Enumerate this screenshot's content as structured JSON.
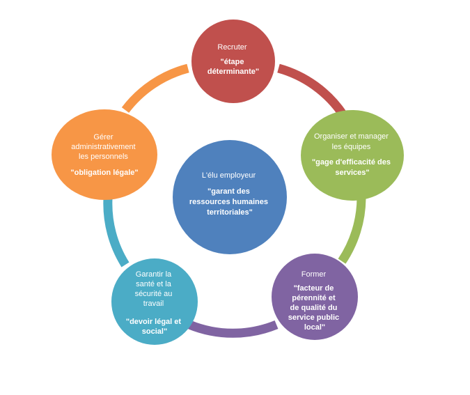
{
  "diagram": {
    "center": {
      "title": "L'élu employeur",
      "subtitle_lines": [
        "\"garant des",
        "ressources humaines",
        "territoriales\""
      ],
      "color": "#4f81bd"
    },
    "nodes": [
      {
        "id": "recruter",
        "title_lines": [
          "Recruter"
        ],
        "subtitle_lines": [
          "\"étape",
          "déterminante\""
        ],
        "color": "#c0504d"
      },
      {
        "id": "organiser",
        "title_lines": [
          "Organiser et manager",
          "les équipes"
        ],
        "subtitle_lines": [
          "\"gage d'efficacité des",
          "services\""
        ],
        "color": "#9bbb59"
      },
      {
        "id": "former",
        "title_lines": [
          "Former"
        ],
        "subtitle_lines": [
          "\"facteur de",
          "pérennité et",
          "de qualité du",
          "service public",
          "local\""
        ],
        "color": "#8064a2"
      },
      {
        "id": "garantir",
        "title_lines": [
          "Garantir la",
          "santé et la",
          "sécurité au",
          "travail"
        ],
        "subtitle_lines": [
          "\"devoir légal et",
          "social\""
        ],
        "color": "#4bacc6"
      },
      {
        "id": "gerer",
        "title_lines": [
          "Gérer",
          "administrativement",
          "les personnels"
        ],
        "subtitle_lines": [
          "\"obligation légale\""
        ],
        "color": "#f79646"
      }
    ]
  }
}
